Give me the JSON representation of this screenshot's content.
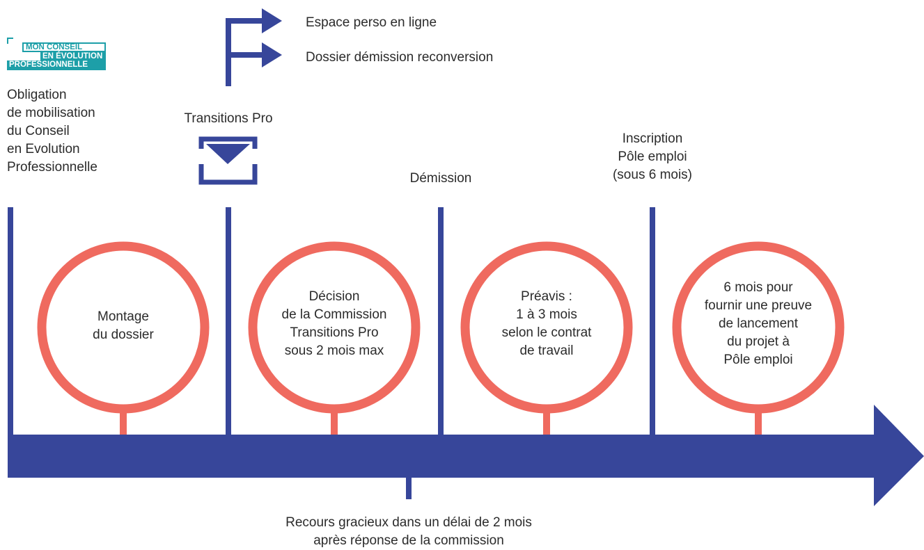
{
  "colors": {
    "navy": "#37469a",
    "coral": "#ef6a5f",
    "teal": "#1d9fa8",
    "text": "#2b2b2b"
  },
  "logo": {
    "line1": "MON CONSEIL",
    "line2": "EN ÉVOLUTION",
    "line3": "PROFESSIONNELLE"
  },
  "top_arrows": {
    "item1": "Espace perso en ligne",
    "item2": "Dossier démission reconversion"
  },
  "milestones": {
    "m1": "Obligation\nde mobilisation\ndu Conseil\nen Evolution\nProfessionnelle",
    "m2": "Transitions Pro",
    "m3": "Démission",
    "m4": "Inscription\nPôle emploi\n(sous 6 mois)"
  },
  "steps": {
    "s1": "Montage\ndu dossier",
    "s2": "Décision\nde la Commission\nTransitions Pro\nsous 2 mois max",
    "s3": "Préavis :\n1 à 3 mois\nselon le contrat\nde travail",
    "s4": "6 mois pour\nfournir une preuve\nde lancement\ndu projet à\nPôle emploi"
  },
  "below": {
    "recours": "Recours gracieux dans un délai de 2 mois\naprès réponse de la commission"
  },
  "icons": {
    "mail": "envelope-icon",
    "arrows": "arrow-right-icon"
  }
}
